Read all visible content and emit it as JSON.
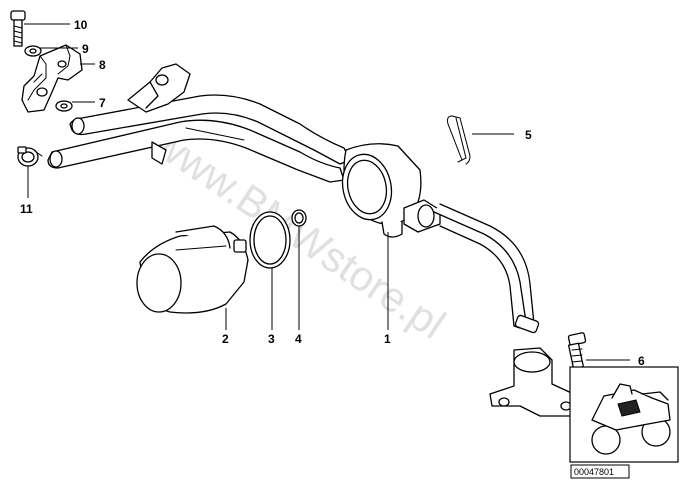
{
  "watermark": "www.BMWstore.pl",
  "document_number": "00047801",
  "callouts": [
    {
      "id": "c1",
      "label": "1"
    },
    {
      "id": "c2",
      "label": "2"
    },
    {
      "id": "c3",
      "label": "3"
    },
    {
      "id": "c4",
      "label": "4"
    },
    {
      "id": "c5",
      "label": "5"
    },
    {
      "id": "c6",
      "label": "6"
    },
    {
      "id": "c7",
      "label": "7"
    },
    {
      "id": "c8",
      "label": "8"
    },
    {
      "id": "c9",
      "label": "9"
    },
    {
      "id": "c10",
      "label": "10"
    },
    {
      "id": "c11",
      "label": "11"
    }
  ]
}
